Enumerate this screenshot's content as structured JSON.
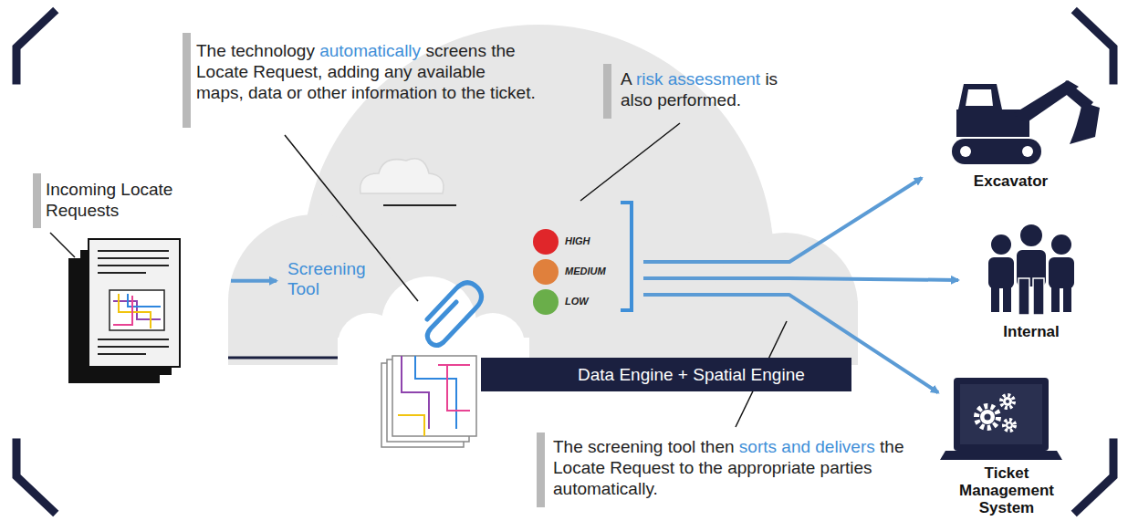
{
  "diagram": {
    "nodes": [
      {
        "text": [
          "Incoming Locate Requests"
        ]
      },
      {
        "text": [
          "Screening Tool"
        ]
      },
      {
        "text": [
          "Data Engine + Spatial Engine"
        ]
      },
      {
        "text": [
          "Excavator"
        ]
      },
      {
        "text": [
          "Internal"
        ]
      },
      {
        "text": [
          "Ticket Management System"
        ]
      }
    ],
    "edges": [
      {
        "from": 0,
        "to": 1,
        "arrow": "to"
      },
      {
        "from": 1,
        "to": 3,
        "arrow": "to"
      },
      {
        "from": 1,
        "to": 4,
        "arrow": "to"
      },
      {
        "from": 1,
        "to": 5,
        "arrow": "to"
      }
    ],
    "labels": [
      "The technology",
      "automatically",
      "screens the Locate Request, adding any available maps, data or other information to the ticket.",
      "A",
      "risk assessment",
      "is also performed.",
      "The screening tool then",
      "sorts and delivers",
      "the Locate Request to the appropriate parties automatically."
    ],
    "legend": [
      {
        "text": "HIGH",
        "color": "#e0262a"
      },
      {
        "text": "MEDIUM",
        "color": "#e0803c"
      },
      {
        "text": "LOW",
        "color": "#6aae4a"
      }
    ]
  }
}
